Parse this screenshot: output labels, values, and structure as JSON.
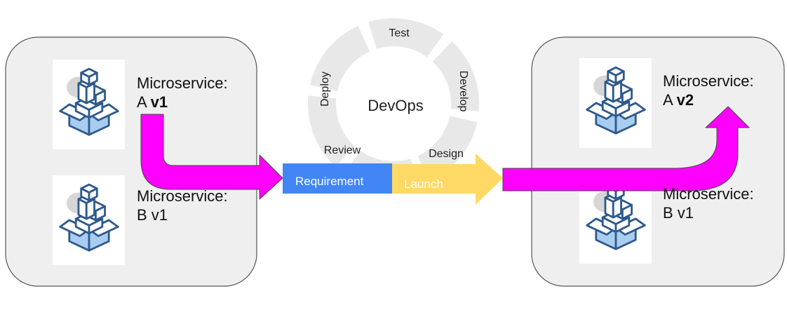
{
  "colors": {
    "panel_fill": "#efefef",
    "panel_stroke": "#555555",
    "ring": "#e8e8e8",
    "arrow_magenta": "#ff00ff",
    "requirement_blue": "#4285f4",
    "launch_yellow": "#ffd966",
    "icon_blue": "#2f5a8c",
    "icon_light": "#a9cdf0"
  },
  "left_panel": {
    "service_a": {
      "line1": "Microservice:",
      "prefix": "A ",
      "version": "v1"
    },
    "service_b": {
      "line1": "Microservice:",
      "line2": "B v1"
    }
  },
  "right_panel": {
    "service_a": {
      "line1": "Microservice:",
      "prefix": "A ",
      "version": "v2"
    },
    "service_b": {
      "line1": "Microservice:",
      "line2": "B v1"
    }
  },
  "devops_cycle": {
    "center": "DevOps",
    "stages": {
      "test": "Test",
      "develop": "Develop",
      "deploy": "Deploy",
      "review": "Review",
      "design": "Design"
    }
  },
  "pipeline": {
    "requirement": "Requirement",
    "launch": "Launch"
  },
  "icons": {
    "service": "boxes-icon"
  }
}
